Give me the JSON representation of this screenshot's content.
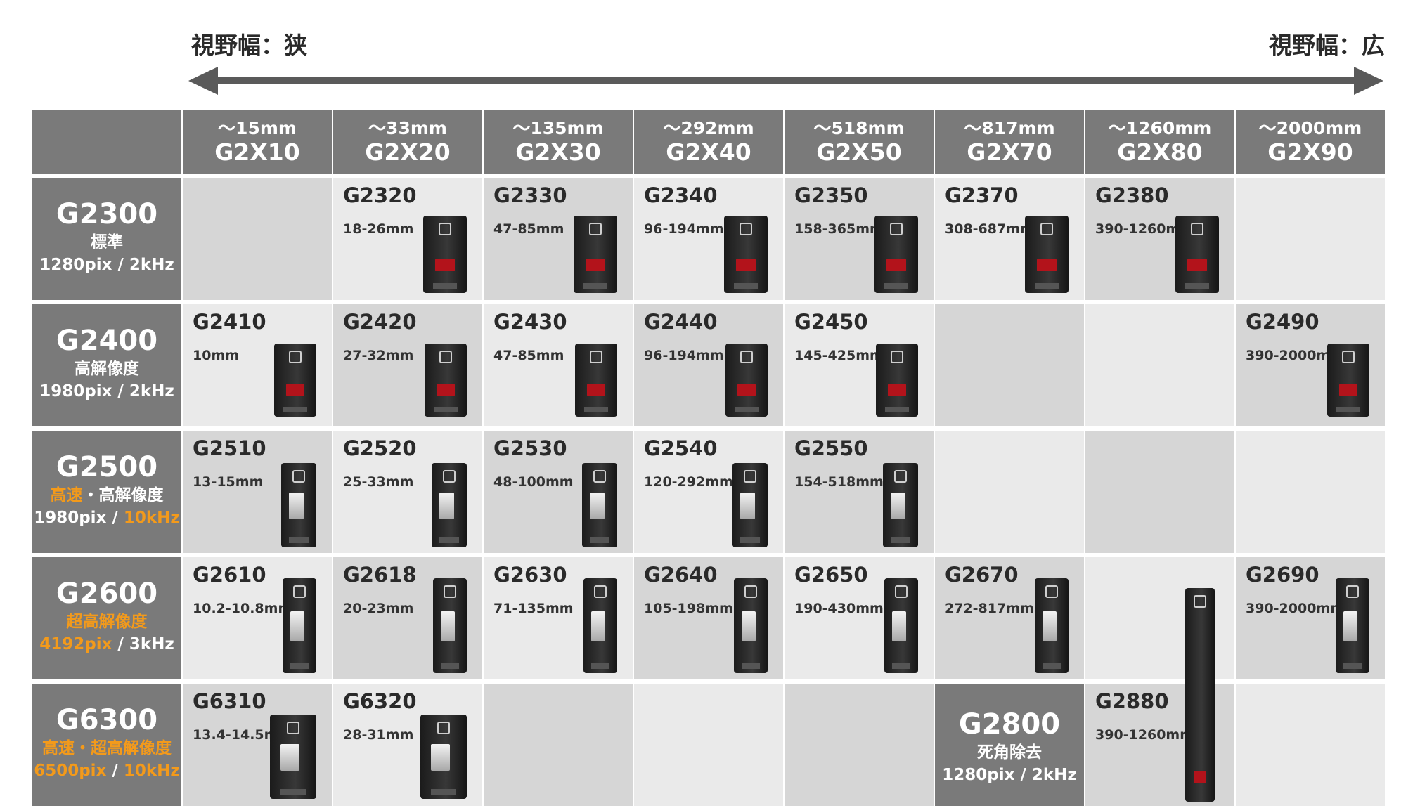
{
  "header": {
    "fov_narrow": "視野幅：狭",
    "fov_wide": "視野幅：広"
  },
  "columns": [
    {
      "range": "～15mm",
      "model": "G2X10"
    },
    {
      "range": "～33mm",
      "model": "G2X20"
    },
    {
      "range": "～135mm",
      "model": "G2X30"
    },
    {
      "range": "～292mm",
      "model": "G2X40"
    },
    {
      "range": "～518mm",
      "model": "G2X50"
    },
    {
      "range": "～817mm",
      "model": "G2X70"
    },
    {
      "range": "～1260mm",
      "model": "G2X80"
    },
    {
      "range": "～2000mm",
      "model": "G2X90"
    }
  ],
  "rows": [
    {
      "series": "G2300",
      "spec1": "標準",
      "spec2": "1280pix / 2kHz",
      "cells": [
        null,
        {
          "name": "G2320",
          "range": "18-26mm"
        },
        {
          "name": "G2330",
          "range": "47-85mm"
        },
        {
          "name": "G2340",
          "range": "96-194mm"
        },
        {
          "name": "G2350",
          "range": "158-365mm"
        },
        {
          "name": "G2370",
          "range": "308-687mm"
        },
        {
          "name": "G2380",
          "range": "390-1260mm"
        },
        null
      ]
    },
    {
      "series": "G2400",
      "spec1": "高解像度",
      "spec2": "1980pix / 2kHz",
      "cells": [
        {
          "name": "G2410",
          "range": "10mm"
        },
        {
          "name": "G2420",
          "range": "27-32mm"
        },
        {
          "name": "G2430",
          "range": "47-85mm"
        },
        {
          "name": "G2440",
          "range": "96-194mm"
        },
        {
          "name": "G2450",
          "range": "145-425mm"
        },
        null,
        null,
        {
          "name": "G2490",
          "range": "390-2000mm"
        }
      ]
    },
    {
      "series": "G2500",
      "spec1a": "高速",
      "spec1b": "・高解像度",
      "spec2a": "1980pix / ",
      "spec2b": "10kHz",
      "cells": [
        {
          "name": "G2510",
          "range": "13-15mm"
        },
        {
          "name": "G2520",
          "range": "25-33mm"
        },
        {
          "name": "G2530",
          "range": "48-100mm"
        },
        {
          "name": "G2540",
          "range": "120-292mm"
        },
        {
          "name": "G2550",
          "range": "154-518mm"
        },
        null,
        null,
        null
      ]
    },
    {
      "series": "G2600",
      "spec1": "超高解像度",
      "spec2a": "4192pix",
      "spec2b": " / 3kHz",
      "cells": [
        {
          "name": "G2610",
          "range": "10.2-10.8mm"
        },
        {
          "name": "G2618",
          "range": "20-23mm"
        },
        {
          "name": "G2630",
          "range": "71-135mm"
        },
        {
          "name": "G2640",
          "range": "105-198mm"
        },
        {
          "name": "G2650",
          "range": "190-430mm"
        },
        {
          "name": "G2670",
          "range": "272-817mm"
        },
        null,
        {
          "name": "G2690",
          "range": "390-2000mm"
        }
      ]
    },
    {
      "series": "G6300",
      "spec1": "高速・超高解像度",
      "spec2a": "6500pix",
      "spec2b": " / ",
      "spec2c": "10kHz",
      "cells": [
        {
          "name": "G6310",
          "range": "13.4-14.5mm"
        },
        {
          "name": "G6320",
          "range": "28-31mm"
        },
        null,
        null,
        null,
        null,
        {
          "name": "G2880",
          "range": "390-1260mm"
        },
        null
      ]
    }
  ],
  "g2800": {
    "series": "G2800",
    "spec1": "死角除去",
    "spec2": "1280pix / 2kHz"
  },
  "colors": {
    "header_gray": "#7a7a7a",
    "cell_gray": "#d6d6d6",
    "cell_light": "#eaeaea",
    "accent_orange": "#f39a1b",
    "lens_red": "#b3131b"
  }
}
